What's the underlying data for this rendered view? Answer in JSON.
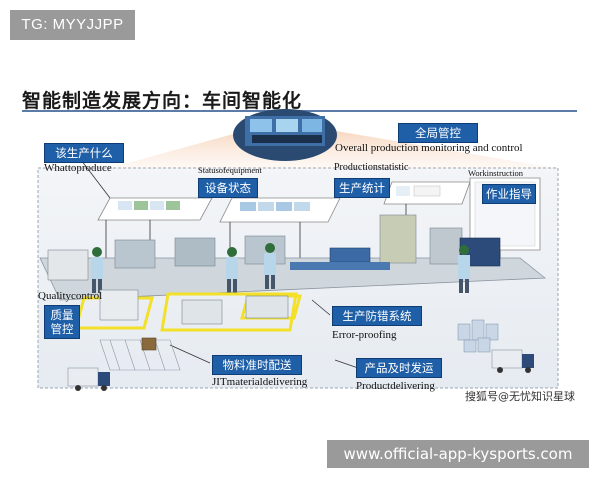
{
  "tag": "TG: MYYJJPP",
  "title": "智能制造发展方向：车间智能化",
  "labels": {
    "global_control_cn": "全局管控",
    "global_control_en": "Overall production monitoring and control",
    "what_produce_cn": "该生产什么",
    "what_produce_en": "Whattoproduce",
    "status_equipment_en": "Statusofequipment",
    "status_equipment_cn": "设备状态",
    "production_statistic_en": "Productionstatistic",
    "production_statistic_cn": "生产统计",
    "work_instruction_en": "Workinstruction",
    "work_instruction_cn": "作业指导",
    "quality_control_en": "Qualitycontrol",
    "quality_control_cn": "质量\n管控",
    "error_proofing_cn": "生产防错系统",
    "error_proofing_en": "Error-proofing",
    "jit_cn": "物料准时配送",
    "jit_en": "JITmaterialdelivering",
    "product_delivery_cn": "产品及时发运",
    "product_delivery_en": "Productdelivering"
  },
  "watermark": "搜狐号@无忧知识星球",
  "url": "www.official-app-kysports.com",
  "colors": {
    "accent_blue": "#1f5fa8",
    "yellow_line": "#f2e02a",
    "title_rule": "#5b7ca8"
  }
}
